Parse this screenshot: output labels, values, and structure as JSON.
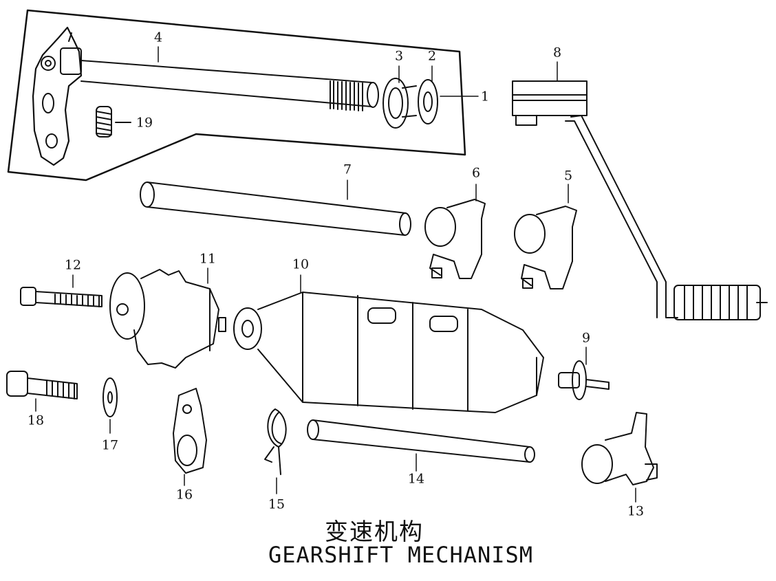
{
  "title_cn": "变速机构",
  "title_en": "GEARSHIFT MECHANISM",
  "parts": [
    {
      "id": "p1",
      "label": "1"
    },
    {
      "id": "p2",
      "label": "2"
    },
    {
      "id": "p3",
      "label": "3"
    },
    {
      "id": "p4",
      "label": "4"
    },
    {
      "id": "p5",
      "label": "5"
    },
    {
      "id": "p6",
      "label": "6"
    },
    {
      "id": "p7",
      "label": "7"
    },
    {
      "id": "p8",
      "label": "8"
    },
    {
      "id": "p9",
      "label": "9"
    },
    {
      "id": "p10",
      "label": "10"
    },
    {
      "id": "p11",
      "label": "11"
    },
    {
      "id": "p12",
      "label": "12"
    },
    {
      "id": "p13",
      "label": "13"
    },
    {
      "id": "p14",
      "label": "14"
    },
    {
      "id": "p15",
      "label": "15"
    },
    {
      "id": "p16",
      "label": "16"
    },
    {
      "id": "p17",
      "label": "17"
    },
    {
      "id": "p18",
      "label": "18"
    },
    {
      "id": "p19",
      "label": "19"
    }
  ]
}
